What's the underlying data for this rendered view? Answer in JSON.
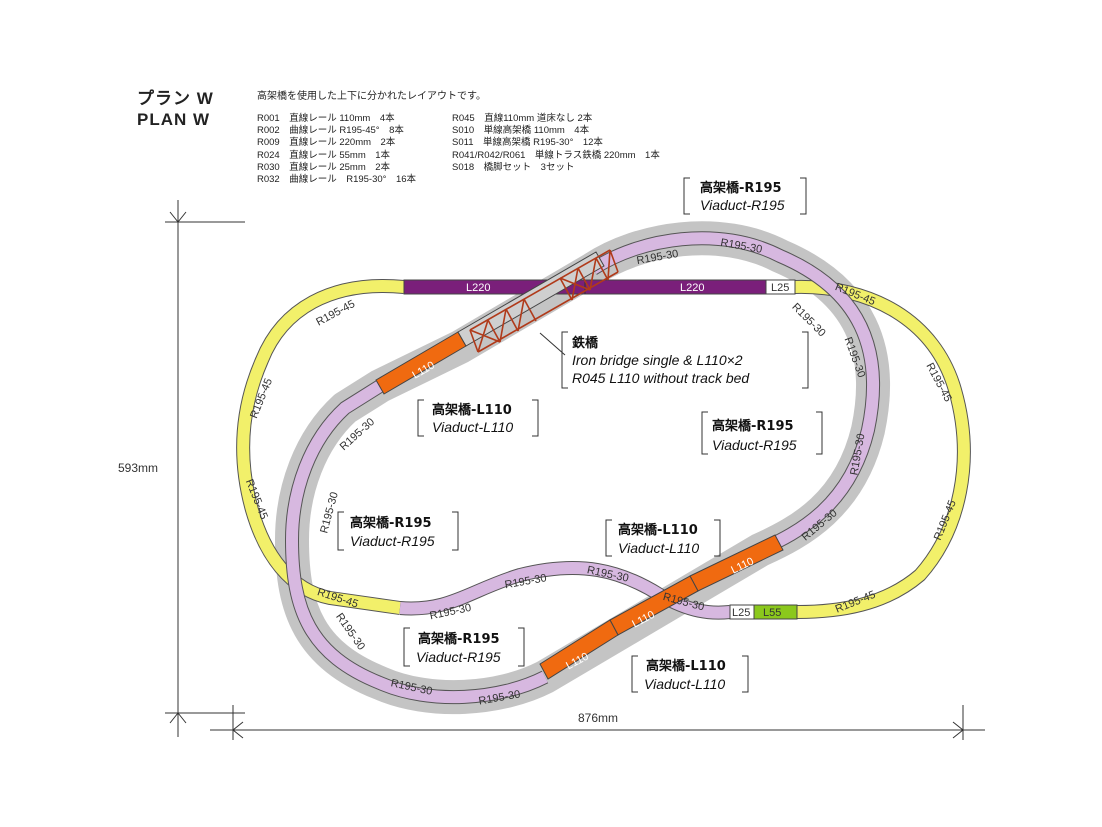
{
  "header": {
    "title_jp": "プラン W",
    "title_en": "PLAN  W",
    "description": "高架橋を使用した上下に分かれたレイアウトです。"
  },
  "parts_list": {
    "col1": [
      "R001　直線レール 110mm　4本",
      "R002　曲線レール R195-45°　8本",
      "R009　直線レール 220mm　2本",
      "R024　直線レール 55mm　1本",
      "R030　直線レール 25mm　2本",
      "R032　曲線レール　R195-30°　16本"
    ],
    "col2": [
      "R045　直線110mm 道床なし 2本",
      "S010　単線高架橋 110mm　4本",
      "S011　単線高架橋 R195-30°　12本",
      "R041/R042/R061　単線トラス鉄橋 220mm　1本",
      "S018　橋脚セット　3セット"
    ]
  },
  "track_labels": {
    "l220": "L220",
    "l25": "L25",
    "l55": "L55",
    "l110": "L110",
    "r195_45": "R195-45",
    "r195_30": "R195-30"
  },
  "callouts": {
    "iron_bridge": {
      "jp": "鉄橋",
      "en1": "Iron bridge single & L110×2",
      "en2": "R045 L110 without track bed"
    },
    "viaduct_top": {
      "jp": "高架橋-R195",
      "en": "Viaduct-R195"
    },
    "viaduct_l110_upper": {
      "jp": "高架橋-L110",
      "en": "Viaduct-L110"
    },
    "viaduct_r195_right": {
      "jp": "高架橋-R195",
      "en": "Viaduct-R195"
    },
    "viaduct_r195_left": {
      "jp": "高架橋-R195",
      "en": "Viaduct-R195"
    },
    "viaduct_l110_center": {
      "jp": "高架橋-L110",
      "en": "Viaduct-L110"
    },
    "viaduct_r195_bottom": {
      "jp": "高架橋-R195",
      "en": "Viaduct-R195"
    },
    "viaduct_l110_bottom": {
      "jp": "高架橋-L110",
      "en": "Viaduct-L110"
    }
  },
  "dimensions": {
    "height": "593mm",
    "width": "876mm"
  },
  "colors": {
    "curve_r195_45": "#f2f06a",
    "straight_l220": "#7a1f7a",
    "viaduct_curve": "#d7b8e0",
    "viaduct_straight": "#f06a10",
    "straight_l55": "#8bc81c",
    "viaduct_shadow": "#c4c4c4",
    "truss": "#b03a1a"
  }
}
